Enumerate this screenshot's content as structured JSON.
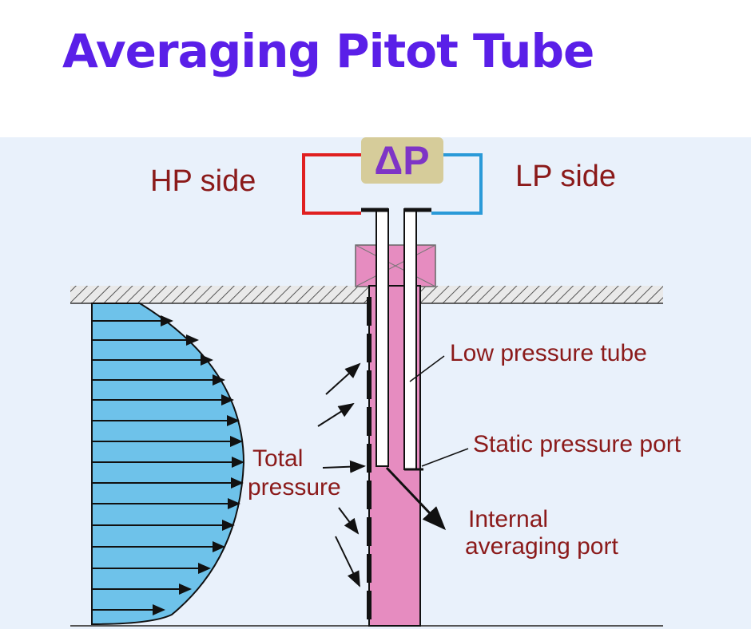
{
  "title": "Averaging Pitot Tube",
  "diagram": {
    "dp_symbol": "ΔP",
    "hp_label": "HP side",
    "lp_label": "LP side",
    "low_pressure_tube_label": "Low pressure tube",
    "static_port_label": "Static pressure port",
    "total_pressure_label_1": "Total",
    "total_pressure_label_2": "pressure",
    "internal_port_label_1": "Internal",
    "internal_port_label_2": "averaging port"
  },
  "colors": {
    "title": "#5a1fe8",
    "hp_line": "#e02020",
    "lp_line": "#2a9ad8",
    "probe": "#e68cc0",
    "flow_fill": "#6ec2ea",
    "dp_box": "#d6cc9a",
    "label_text": "#8b1a1a",
    "background": "#e9f1fb"
  }
}
